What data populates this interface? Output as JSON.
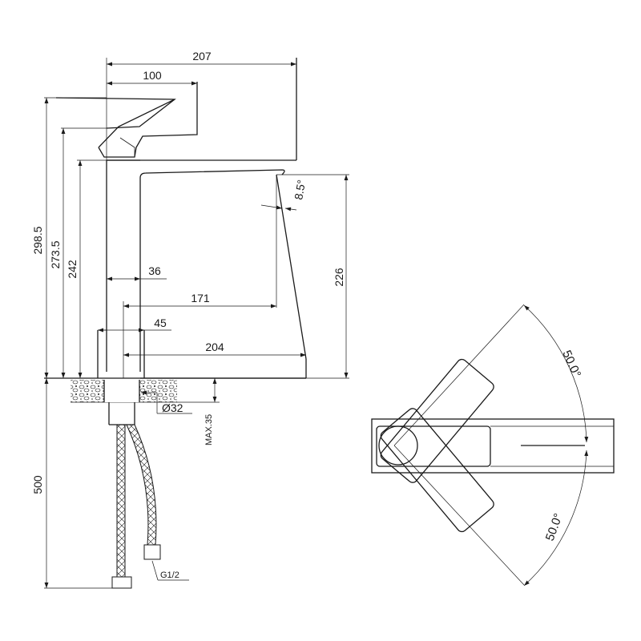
{
  "front_view": {
    "dimensions": {
      "width_total": "207",
      "handle_length": "100",
      "height_handle_top": "298.5",
      "height_handle_base": "273.5",
      "height_body_top": "242",
      "height_outlet": "226",
      "spout_angle": "8.5°",
      "body_width": "36",
      "spout_reach": "171",
      "base_width": "45",
      "base_reach": "204",
      "hole_diameter": "Ø32",
      "max_thickness": "MAX.35",
      "hose_length": "500",
      "thread": "G1/2"
    }
  },
  "top_view": {
    "angles": {
      "rotation_up": "50.0°",
      "rotation_down": "50.0°"
    }
  },
  "colors": {
    "line": "#1a1a1a",
    "background": "#ffffff"
  }
}
